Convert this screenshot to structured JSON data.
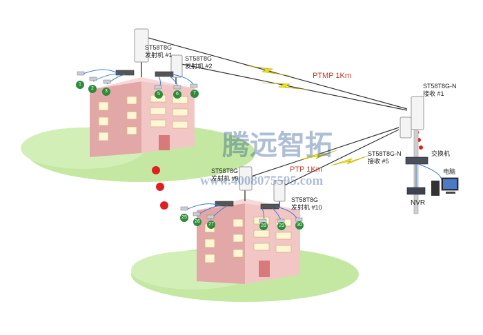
{
  "devices": {
    "tx1": {
      "model": "ST58T8G",
      "role": "发射机 #1"
    },
    "tx2": {
      "model": "ST58T8G",
      "role": "发射机 #2"
    },
    "tx9": {
      "model": "ST58T8G",
      "role": "发射机 #9"
    },
    "tx10": {
      "model": "ST58T8G",
      "role": "发射机 #10"
    },
    "rx1": {
      "model": "ST58T8G-N",
      "role": "接收 #1"
    },
    "rx5": {
      "model": "ST58T8G-N",
      "role": "接收 #5"
    }
  },
  "links": {
    "ptmp": "PTMP 1Km",
    "ptp": "PTP 1Km"
  },
  "equipment": {
    "switch": "交换机",
    "computer": "电脑",
    "nvr": "NVR"
  },
  "cameras": {
    "top": [
      "1",
      "2",
      "3",
      "5",
      "6",
      "7"
    ],
    "bottom": [
      "25",
      "26",
      "27",
      "28",
      "29",
      "30"
    ]
  },
  "watermark": {
    "brand": "腾远智拓",
    "url": "www.4008075595.com"
  },
  "colors": {
    "camera": "#2e8b3a",
    "link_label": "#c0392b",
    "building": "#f3c6c6",
    "ground": "#bfe59a",
    "bolt": "#f0e600",
    "dot": "#e02020"
  }
}
